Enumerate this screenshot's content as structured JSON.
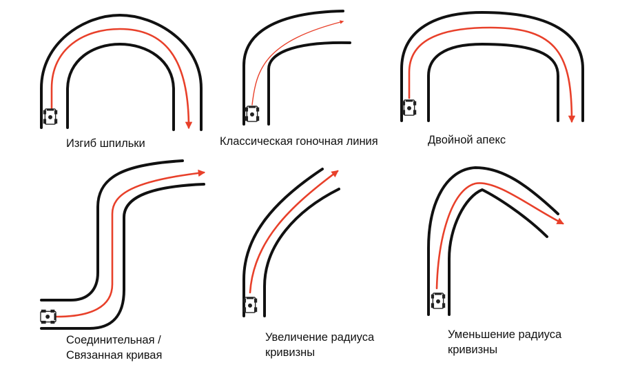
{
  "colors": {
    "track_edge": "#111111",
    "racing_line": "#e8402a",
    "kart": "#222222"
  },
  "corners": [
    {
      "id": "hairpin",
      "caption_lines": [
        "Изгиб шпильки"
      ]
    },
    {
      "id": "classic",
      "caption_lines": [
        "Классическая гоночная линия"
      ]
    },
    {
      "id": "double-apex",
      "caption_lines": [
        "Двойной апекс"
      ]
    },
    {
      "id": "linked",
      "caption_lines": [
        "Соединительная /",
        "Связанная кривая"
      ]
    },
    {
      "id": "increasing",
      "caption_lines": [
        "Увеличение радиуса",
        "кривизны"
      ]
    },
    {
      "id": "decreasing",
      "caption_lines": [
        "Уменьшение радиуса",
        "кривизны"
      ]
    }
  ]
}
